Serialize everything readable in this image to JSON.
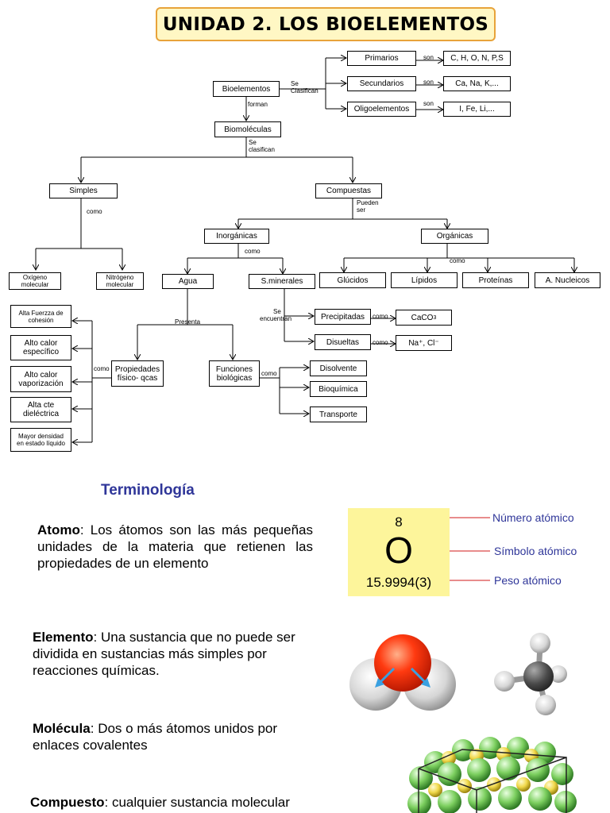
{
  "title": "UNIDAD 2. LOS BIOELEMENTOS",
  "concept_map": {
    "bioelementos": "Bioelementos",
    "se_clasifican": [
      "Se",
      "Clasifican"
    ],
    "primarios": "Primarios",
    "secundarios": "Secundarios",
    "oligoelementos": "Oligoelementos",
    "son": "son",
    "primarios_ex": "C, H, O, N, P,S",
    "secundarios_ex": "Ca, Na, K,...",
    "oligo_ex": "I, Fe, Li,...",
    "forman": "forman",
    "biomoleculas": "Biomoléculas",
    "se_clasifican_2": [
      "Se",
      "clasifican"
    ],
    "simples": "Simples",
    "compuestas": "Compuestas",
    "como": "como",
    "pueden_ser": [
      "Pueden",
      "ser"
    ],
    "oxigeno": [
      "Oxígeno",
      "molecular"
    ],
    "nitrogeno": [
      "Nitrógeno",
      "molecular"
    ],
    "inorganicas": "Inorgánicas",
    "organicas": "Orgánicas",
    "agua": "Agua",
    "sminerales": "S.minerales",
    "glucidos": "Glúcidos",
    "lipidos": "Lípidos",
    "proteinas": "Proteínas",
    "anucleicos": "A. Nucleicos",
    "presenta": "Presenta",
    "se_encuentran": [
      "Se",
      "encuentran"
    ],
    "precipitadas": "Precipitadas",
    "disueltas": "Disueltas",
    "caco3_main": "CaCO",
    "caco3_sub": "3",
    "iones": "Na⁺, Cl⁻",
    "propiedades": [
      "Propiedades",
      "físico- qcas"
    ],
    "funciones": [
      "Funciones",
      "biológicas"
    ],
    "disolvente": "Disolvente",
    "bioquimica": "Bioquímica",
    "transporte": "Transporte",
    "props_list": [
      [
        "Alta Fuerzza de",
        "cohesión"
      ],
      [
        "Alto calor",
        "específico"
      ],
      [
        "Alto calor",
        "vaporización"
      ],
      [
        "Alta cte",
        "dieléctrica"
      ],
      [
        "Mayor densidad",
        "en estado líquido"
      ]
    ]
  },
  "terminology": {
    "heading": "Terminología",
    "atomo_term": "Atomo",
    "atomo_def": ": Los átomos son las más pequeñas unidades de la materia que retienen las propiedades de un elemento",
    "elemento_term": "Elemento",
    "elemento_def": ": Una sustancia que  no puede ser dividida en sustancias más simples por reacciones químicas.",
    "molecula_term": "Molécula",
    "molecula_def": ": Dos o más átomos unidos por enlaces covalentes",
    "compuesto_term": "Compuesto",
    "compuesto_def": ": cualquier sustancia molecular"
  },
  "element_card": {
    "atomic_number": "8",
    "symbol": "O",
    "atomic_weight": "15.9994(3)",
    "label_number": "Número atómico",
    "label_symbol": "Símbolo atómico",
    "label_weight": "Peso atómico"
  },
  "colors": {
    "accent_blue": "#2f3699",
    "arrow_red": "#d11a1a",
    "card_yellow": "#fdf59b",
    "title_fill": "#fff7c4",
    "title_border": "#e8a33a"
  }
}
